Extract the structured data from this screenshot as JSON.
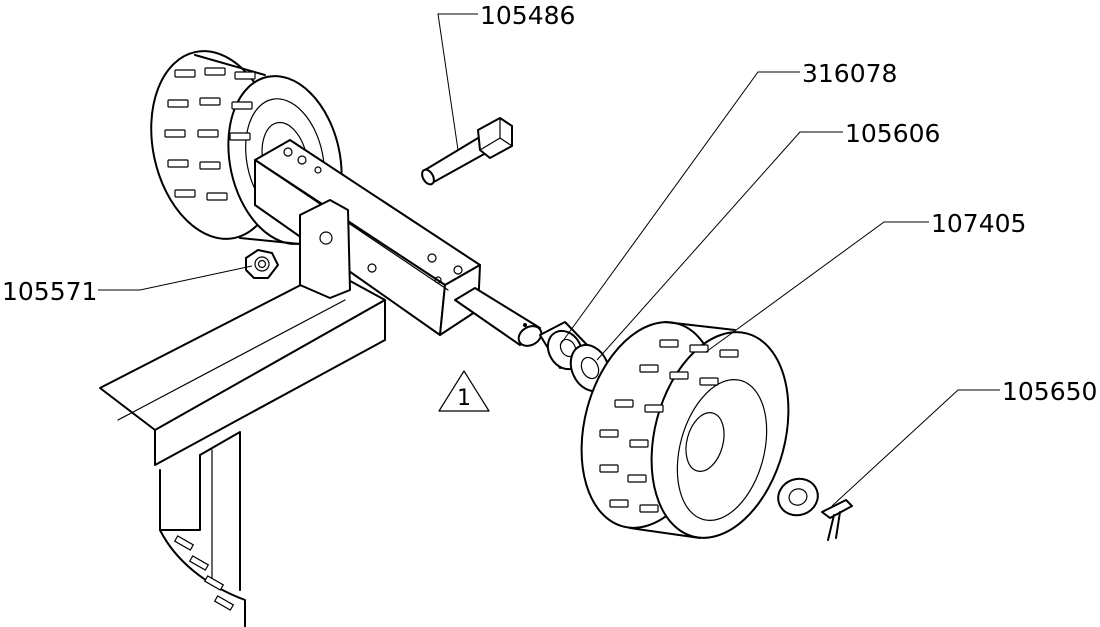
{
  "callouts": {
    "bolt": "105486",
    "spacer": "316078",
    "washer_inner": "105606",
    "wheel": "107405",
    "nut": "105571",
    "cotter_pin": "105650"
  },
  "note_flag": "1"
}
